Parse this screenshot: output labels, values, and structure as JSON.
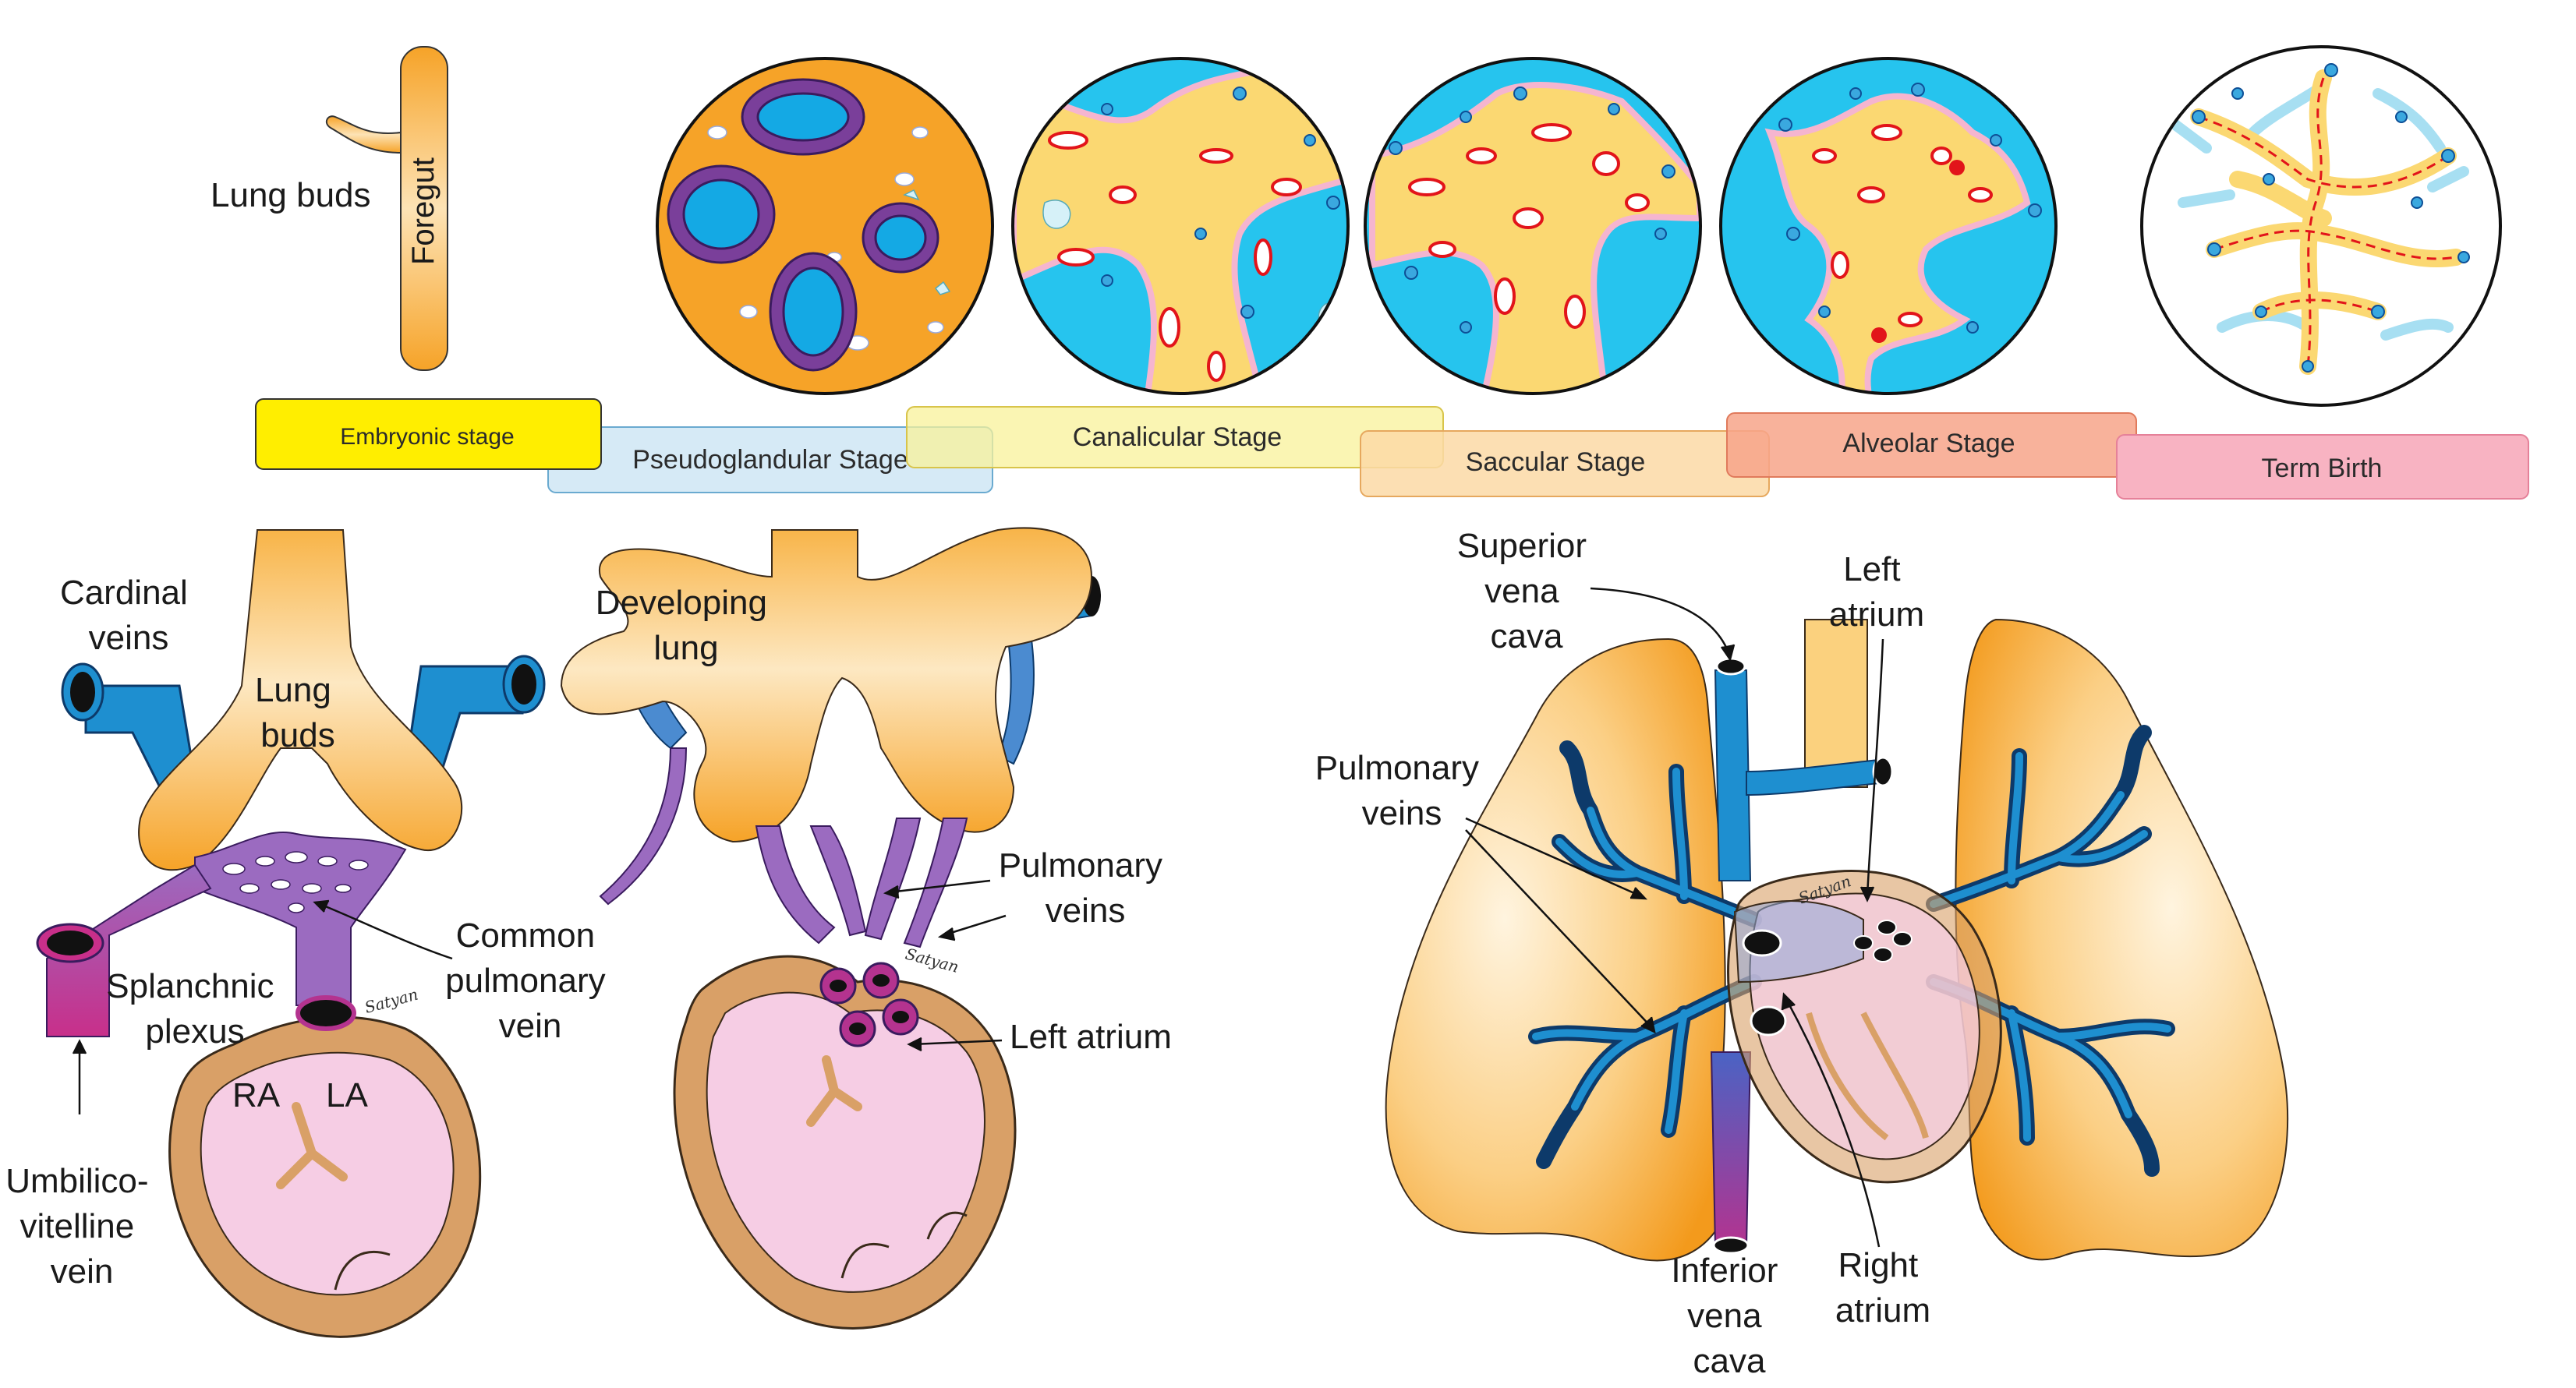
{
  "stages": [
    {
      "id": "embryonic",
      "label": "Embryonic stage",
      "fill": "#ffee00"
    },
    {
      "id": "pseudoglandular",
      "label": "Pseudoglandular Stage",
      "fill": "#cfe6f4"
    },
    {
      "id": "canalicular",
      "label": "Canalicular Stage",
      "fill": "#f8f29a"
    },
    {
      "id": "saccular",
      "label": "Saccular Stage",
      "fill": "#fbd9a6"
    },
    {
      "id": "alveolar",
      "label": "Alveolar Stage",
      "fill": "#f7a58a"
    },
    {
      "id": "term",
      "label": "Term Birth",
      "fill": "#f8b3c2"
    }
  ],
  "top_panel": {
    "foregut": "Foregut",
    "lung_buds": "Lung buds"
  },
  "left_panel": {
    "cardinal_veins": [
      "Cardinal",
      "veins"
    ],
    "lung_buds": [
      "Lung",
      "buds"
    ],
    "splanchnic_plexus": [
      "Splanchnic",
      "plexus"
    ],
    "common_pulmonary_vein": [
      "Common",
      "pulmonary",
      "vein"
    ],
    "umbilico_vitelline_vein": [
      "Umbilico-",
      "vitelline",
      "vein"
    ],
    "ra": "RA",
    "la": "LA"
  },
  "middle_panel": {
    "developing_lung": [
      "Developing",
      "lung"
    ],
    "pulmonary_veins": [
      "Pulmonary",
      "veins"
    ],
    "left_atrium": "Left atrium"
  },
  "right_panel": {
    "superior_vena_cava": [
      "Superior",
      "vena",
      "cava"
    ],
    "left_atrium": [
      "Left",
      "atrium"
    ],
    "pulmonary_veins": [
      "Pulmonary",
      "veins"
    ],
    "inferior_vena_cava": [
      "Inferior",
      "vena",
      "cava"
    ],
    "right_atrium": [
      "Right",
      "atrium"
    ]
  },
  "signature": "Satyan",
  "colors": {
    "lung_orange": "#f6a328",
    "lung_light": "#fde3b5",
    "vein_blue": "#1e8fd0",
    "dark_blue": "#0d4f96",
    "purple": "#9b6bc0",
    "magenta": "#b4338f",
    "heart_pink": "#f6cde4",
    "heart_wall": "#d9a067",
    "sky": "#26c4ee"
  }
}
